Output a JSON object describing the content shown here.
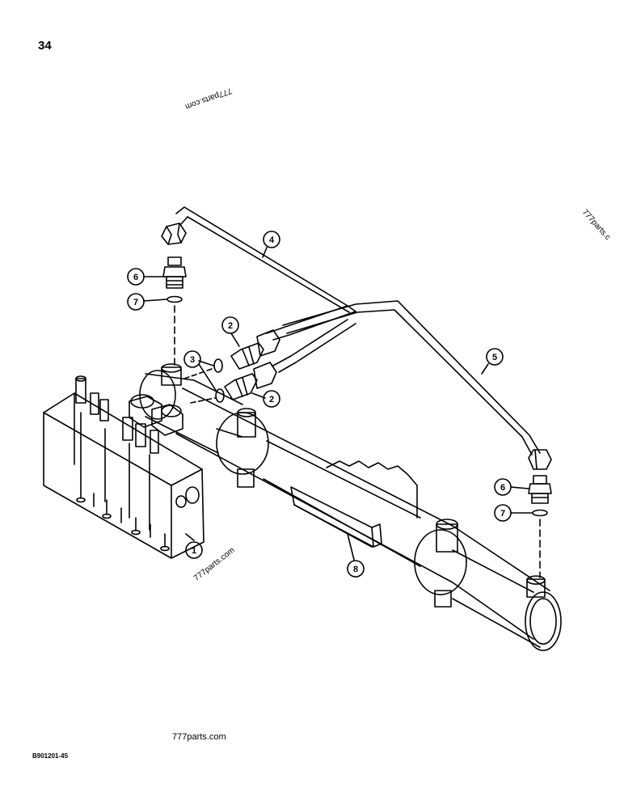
{
  "page_number": "34",
  "watermarks": {
    "top": "777parts.com",
    "right": "777parts.c",
    "middle": "777parts.com",
    "bottom": "777parts.com"
  },
  "reference_code": "B901201-45",
  "callouts": {
    "c1": "1",
    "c2a": "2",
    "c2b": "2",
    "c3": "3",
    "c4": "4",
    "c5": "5",
    "c6a": "6",
    "c6b": "6",
    "c7a": "7",
    "c7b": "7",
    "c8": "8"
  }
}
